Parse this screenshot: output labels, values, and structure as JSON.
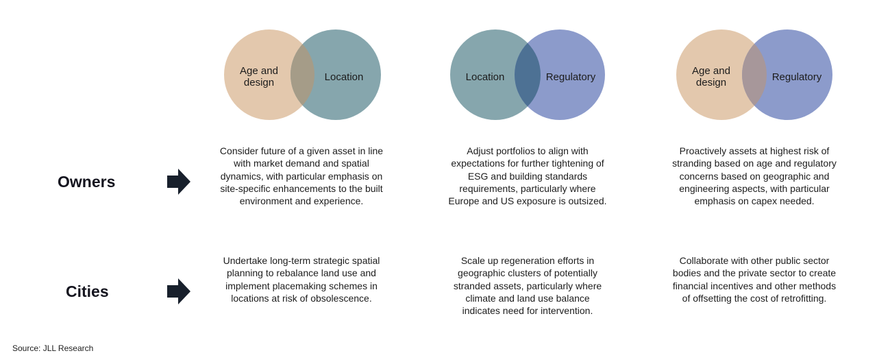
{
  "colors": {
    "age_design": "#e3c8ad",
    "location": "#86a6ad",
    "regulatory": "#8c9bcb",
    "overlap_age_location": "#a59c88",
    "overlap_location_regulatory": "#4d7194",
    "overlap_age_regulatory": "#a7979a",
    "arrow": "#18202c"
  },
  "venns": [
    {
      "left_label": "Age and design",
      "right_label": "Location"
    },
    {
      "left_label": "Location",
      "right_label": "Regulatory"
    },
    {
      "left_label": "Age and design",
      "right_label": "Regulatory"
    }
  ],
  "rows": [
    {
      "label": "Owners",
      "cells": [
        "Consider future of a given asset in line with market demand and spatial dynamics, with particular emphasis on site-specific enhancements to the built environment and experience.",
        "Adjust portfolios to align with expectations for further tightening of ESG and building standards requirements, particularly where Europe and US exposure is outsized.",
        "Proactively assets at highest risk of stranding based on age and regulatory concerns based on geographic and engineering aspects, with particular emphasis on capex needed."
      ]
    },
    {
      "label": "Cities",
      "cells": [
        "Undertake long-term strategic spatial planning to rebalance land use and implement placemaking schemes in locations at risk of obsolescence.",
        "Scale up regeneration efforts in geographic clusters of potentially stranded assets, particularly where climate and land use balance indicates need for intervention.",
        "Collaborate with other public sector bodies and the private sector to create financial incentives and other methods of offsetting the cost of retrofitting."
      ]
    }
  ],
  "source": "Source: JLL Research"
}
